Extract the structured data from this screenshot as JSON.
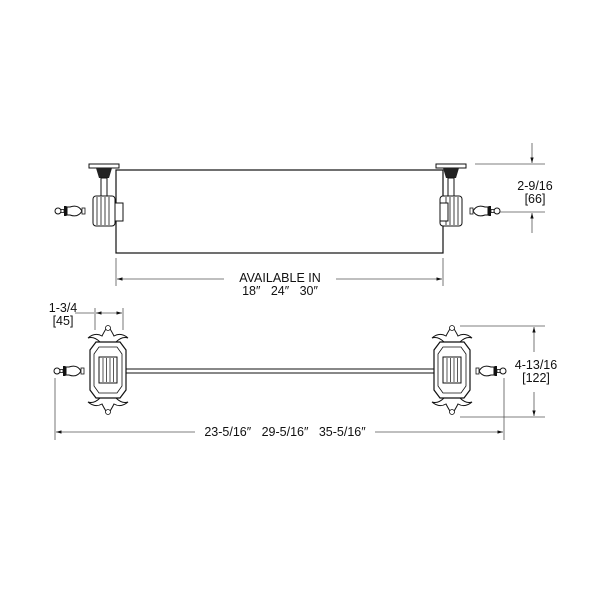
{
  "drawing": {
    "title": "Towel bar dimensional drawing",
    "front_view": {
      "available_label": "AVAILABLE IN",
      "sizes": [
        "18″",
        "24″",
        "30″"
      ],
      "sizes_text": "18″   24″   30″",
      "projection_in": "2-9/16",
      "projection_mm": "[66]"
    },
    "top_view": {
      "bracket_width_in": "1-3/4",
      "bracket_width_mm": "[45]",
      "bracket_height_in": "4-13/16",
      "bracket_height_mm": "[122]",
      "overall_lengths": [
        "23-5/16″",
        "29-5/16″",
        "35-5/16″"
      ],
      "overall_text": "23-5/16″   29-5/16″   35-5/16″"
    }
  },
  "colors": {
    "line": "#111111",
    "dim": "#555555",
    "background": "#ffffff"
  }
}
